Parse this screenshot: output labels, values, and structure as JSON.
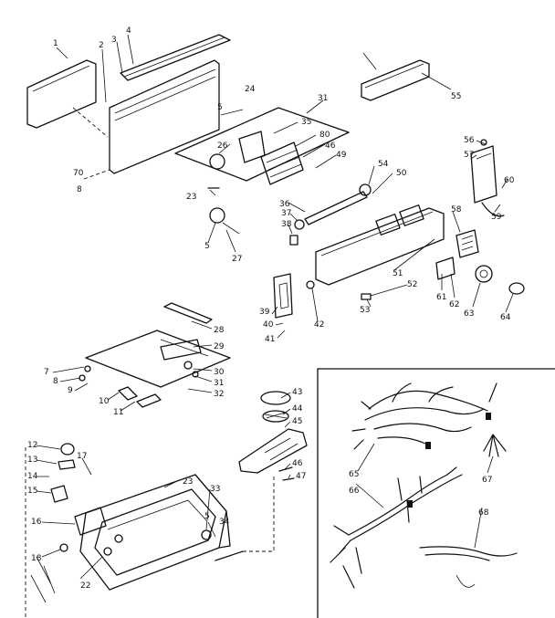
{
  "diagram": {
    "callouts": [
      "1",
      "2",
      "3",
      "4",
      "5",
      "70",
      "8",
      "24",
      "31",
      "35",
      "26",
      "80",
      "46",
      "23",
      "49",
      "54",
      "50",
      "36",
      "37",
      "38",
      "5",
      "27",
      "55",
      "56",
      "57",
      "60",
      "59",
      "58",
      "53",
      "39",
      "40",
      "41",
      "42",
      "51",
      "52",
      "61",
      "62",
      "63",
      "64",
      "28",
      "29",
      "30",
      "31",
      "32",
      "7",
      "8",
      "9",
      "10",
      "11",
      "43",
      "44",
      "45",
      "46",
      "47",
      "12",
      "13",
      "17",
      "14",
      "15",
      "16",
      "18",
      "22",
      "23",
      "33",
      "5",
      "34",
      "65",
      "66",
      "67",
      "68"
    ]
  }
}
